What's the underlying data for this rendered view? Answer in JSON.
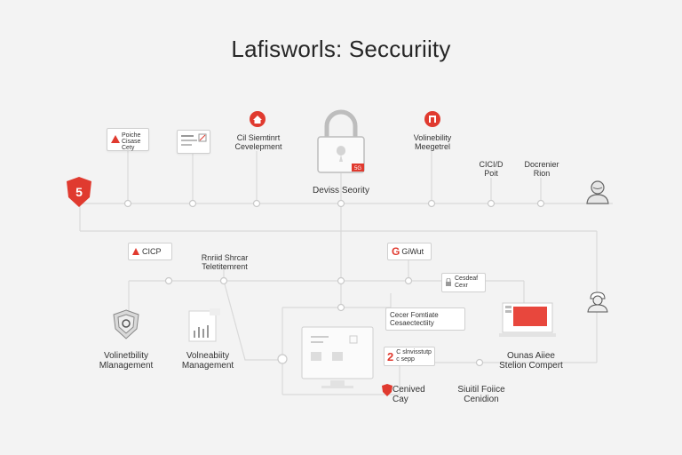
{
  "title": "Lafisworls: Seccuriity",
  "labels": {
    "policy_tag": [
      "Poiche",
      "Cisase",
      "Cety"
    ],
    "ci_dev": [
      "Cil Siemtinrt",
      "Cevelepment"
    ],
    "device_security": "Deviss Seority",
    "vuln_manager": [
      "Volinebility",
      "Meegetrel"
    ],
    "cicd": [
      "CICI/D",
      "Poit"
    ],
    "docker": [
      "Docrenier",
      "Rion"
    ],
    "cicp": "CICP",
    "rapid": [
      "Rnriid Shrcar",
      "Teletitemrent"
    ],
    "gitlab": "GiWut",
    "cascal": [
      "Cesdeaf",
      "Cexr"
    ],
    "vuln_mgmt_left": [
      "Volinetbility",
      "Mlanagement"
    ],
    "vuln_mgmt_mid": [
      "Volneabiity",
      "Management"
    ],
    "coaster": [
      "Cecer Fomtiate",
      "Cesaectectiity"
    ],
    "two_tag": [
      "C slnvisstutp",
      "c sepp"
    ],
    "cenved": [
      "Cenived",
      "Cay"
    ],
    "suitl": [
      "Siuitil Foiice",
      "Cenidion"
    ],
    "ousnas": [
      "Ounas Aiiee",
      "Stelion Compert"
    ],
    "num2": "2",
    "badge_hex": "5",
    "badge_g": "G",
    "laptop_num": "5G"
  },
  "colors": {
    "accent": "#e03a2f",
    "line": "#d9d9d9"
  },
  "icons": [
    "shield-icon",
    "lock-icon",
    "user-icon",
    "gear-shield-icon",
    "monitor-icon",
    "laptop-icon",
    "document-icon",
    "chart-icon"
  ]
}
